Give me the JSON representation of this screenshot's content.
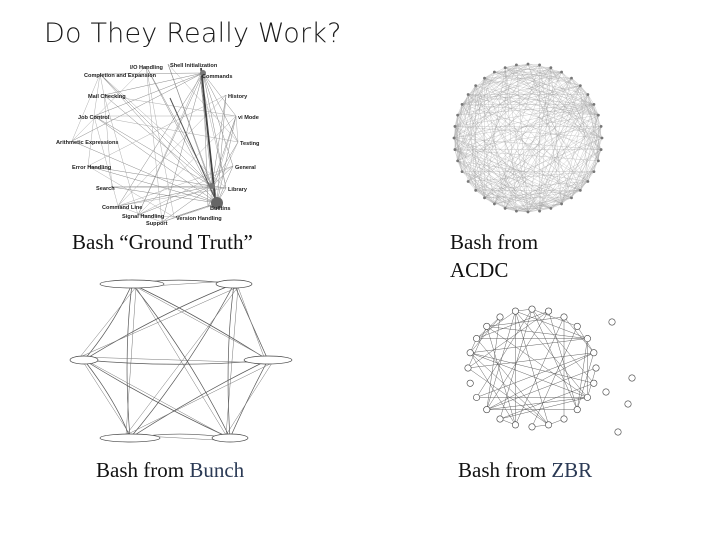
{
  "slide": {
    "title": "Do They Really Work?"
  },
  "captions": {
    "ground_truth": "Bash “Ground Truth”",
    "acdc_line1": "Bash from",
    "acdc_line2": "ACDC",
    "bunch_prefix": "Bash from ",
    "bunch_tool": "Bunch",
    "zbr_prefix": "Bash from ",
    "zbr_tool": "ZBR"
  },
  "ground_truth_graph": {
    "left_labels": [
      "I/O Handling",
      "Completion and Expansion",
      "Mail Checking",
      "Job Control",
      "Arithmetic Expressions",
      "Error Handling",
      "Search",
      "Command Line",
      "Signal Handling",
      "Support"
    ],
    "right_labels": [
      "Shell Initialization",
      "Commands",
      "History",
      "vi Mode",
      "Testing",
      "General",
      "Library",
      "Builtins",
      "Version Handling"
    ]
  },
  "colors": {
    "edge": "#6a6a6a",
    "hub": "#555555",
    "text": "#111111",
    "brand": "#2b3a55"
  }
}
